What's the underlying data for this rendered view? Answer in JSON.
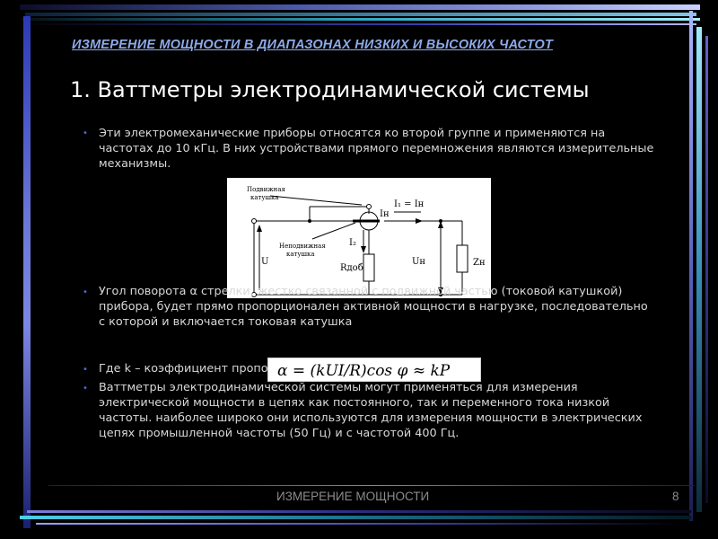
{
  "header": {
    "title": "ИЗМЕРЕНИЕ МОЩНОСТИ В ДИАПАЗОНАХ НИЗКИХ И ВЫСОКИХ ЧАСТОТ"
  },
  "slide": {
    "title": "1. Ваттметры электродинамической системы",
    "bullet_glyph": "•",
    "paragraphs": [
      "Эти электромеханические приборы относятся ко второй группе и применяются на частотах до 10 кГц. В них устройствами прямого перемножения являются измерительные механизмы.",
      "Угол поворота α стрелки, жестко связанной с подвижной частью (токовой катушкой) прибора, будет прямо пропорционален активной мощности в нагрузке, последовательно с которой и включается токовая катушка",
      "Где k – коэффициент пропорциональности.",
      "Ваттметры электродинамической системы могут применяться для измерения электрической мощности в цепях как постоянного, так и переменного тока низкой частоты. наиболее широко они используются  для измерения мощности в электрических цепях промышленной частоты (50 Гц) и с частотой 400 Гц."
    ]
  },
  "diagram": {
    "label_moving_coil_1": "Подвижная",
    "label_moving_coil_2": "катушка",
    "label_fixed_coil_1": "Неподвижная",
    "label_fixed_coil_2": "катушка",
    "current_eq": "I₁ = Iн",
    "current_in": "Iн",
    "current_i2": "I₂",
    "voltage_u": "U",
    "resistor": "Rдоб",
    "voltage_un": "Uн",
    "load": "Zн"
  },
  "formula": {
    "text": "α = (kUI/R)cos φ ≈ kP"
  },
  "footer": {
    "label": "ИЗМЕРЕНИЕ МОЩНОСТИ",
    "page": "8"
  }
}
